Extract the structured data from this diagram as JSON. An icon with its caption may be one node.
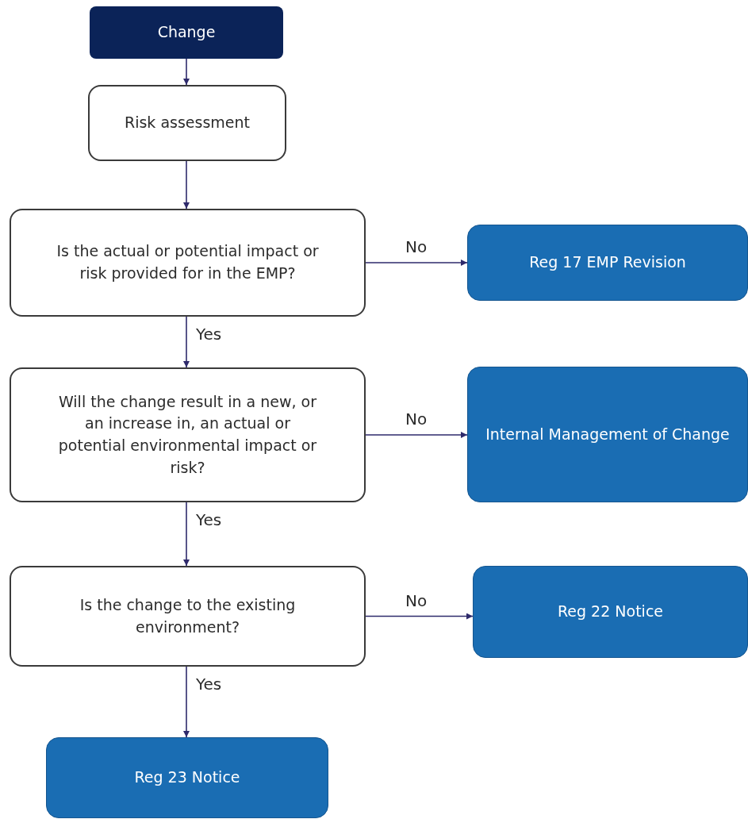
{
  "diagram": {
    "nodes": [
      {
        "text": [
          "Change"
        ]
      },
      {
        "text": [
          "Risk assessment"
        ]
      },
      {
        "text": [
          "Is the actual or potential impact or risk provided for in the EMP?"
        ]
      },
      {
        "text": [
          "Reg 17 EMP Revision"
        ]
      },
      {
        "text": [
          "Will the change result in a new, or an increase in, an actual or potential environmental impact or risk?"
        ]
      },
      {
        "text": [
          "Internal Management of Change"
        ]
      },
      {
        "text": [
          "Is the change to the existing environment?"
        ]
      },
      {
        "text": [
          "Reg 22 Notice"
        ]
      },
      {
        "text": [
          "Reg 23 Notice"
        ]
      }
    ],
    "edges": [
      {
        "from": 0,
        "to": 1,
        "arrow": "to"
      },
      {
        "from": 1,
        "to": 2,
        "arrow": "to"
      },
      {
        "from": 2,
        "to": 3,
        "arrow": "to",
        "label": "No"
      },
      {
        "from": 2,
        "to": 4,
        "arrow": "to",
        "label": "Yes"
      },
      {
        "from": 4,
        "to": 5,
        "arrow": "to",
        "label": "No"
      },
      {
        "from": 4,
        "to": 6,
        "arrow": "to",
        "label": "Yes"
      },
      {
        "from": 6,
        "to": 7,
        "arrow": "to",
        "label": "No"
      },
      {
        "from": 6,
        "to": 8,
        "arrow": "to",
        "label": "Yes"
      }
    ]
  }
}
